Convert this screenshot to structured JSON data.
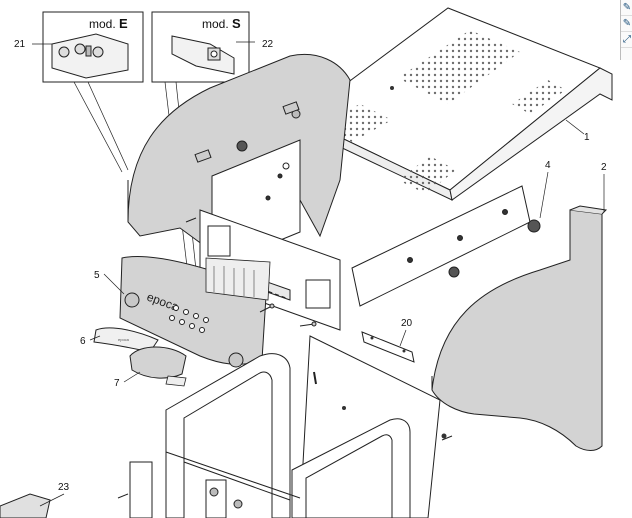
{
  "diagram": {
    "mod_e": {
      "prefix": "mod.",
      "suffix": "E"
    },
    "mod_s": {
      "prefix": "mod.",
      "suffix": "S"
    },
    "callouts": {
      "c1": "1",
      "c2": "2",
      "c4": "4",
      "c5": "5",
      "c6": "6",
      "c7": "7",
      "c20": "20",
      "c21": "21",
      "c22": "22",
      "c23": "23"
    },
    "logo_text": "epoca",
    "label_plate_text": "epoca"
  },
  "toolbar": {
    "icons": [
      "pencil-icon",
      "pencil-icon",
      "expand-icon"
    ],
    "glyphs": [
      "✎",
      "✎",
      "⤢"
    ]
  },
  "colors": {
    "panel_fill": "#d3d3d3",
    "line": "#1a1a1a"
  }
}
